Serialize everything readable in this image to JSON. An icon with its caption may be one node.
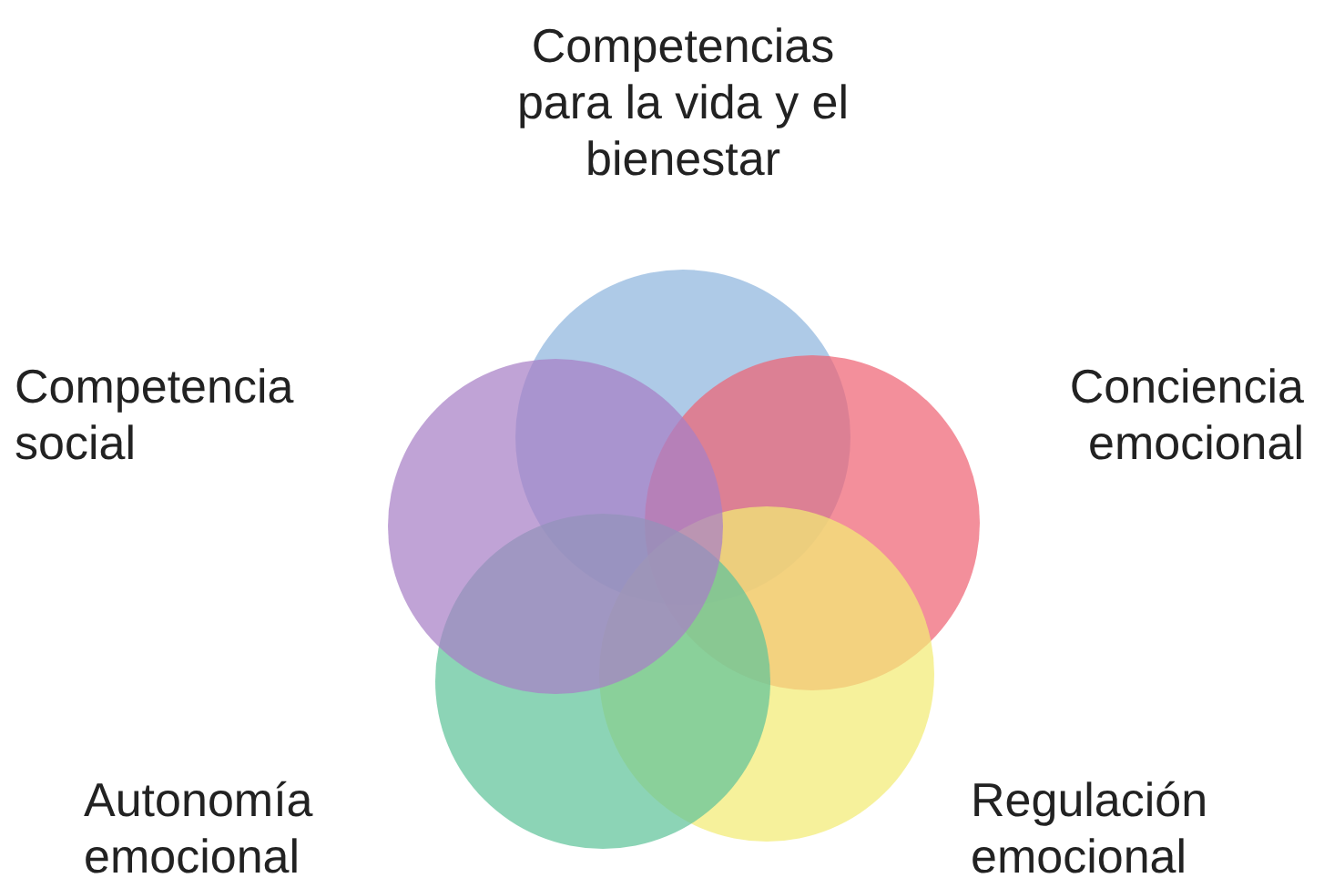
{
  "diagram": {
    "nodes": [
      {
        "text": [
          "Competencias para la vida y el bienestar"
        ]
      },
      {
        "text": [
          "Conciencia emocional"
        ]
      },
      {
        "text": [
          "Regulación emocional"
        ]
      },
      {
        "text": [
          "Autonomía emocional"
        ]
      },
      {
        "text": [
          "Competencia social"
        ]
      }
    ]
  }
}
